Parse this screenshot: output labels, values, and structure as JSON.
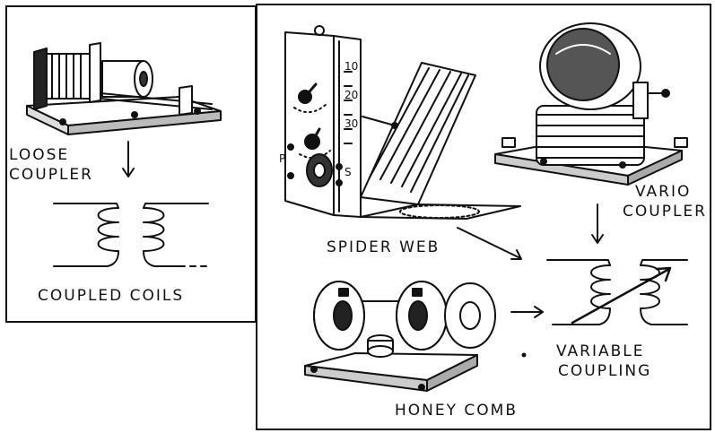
{
  "left_panel": {
    "loose_coupler_line1": "LOOSE",
    "loose_coupler_line2": "COUPLER",
    "coupled_coils": "COUPLED COILS"
  },
  "right_panel": {
    "spider_web": "SPIDER WEB",
    "vario_line1": "VARIO",
    "vario_line2": "COUPLER",
    "honey_comb": "HONEY COMB",
    "variable_line1": "VARIABLE",
    "variable_line2": "COUPLING",
    "dial_marks": [
      "10",
      "20",
      "30"
    ],
    "terminal_p": "P",
    "terminal_s": "S"
  }
}
